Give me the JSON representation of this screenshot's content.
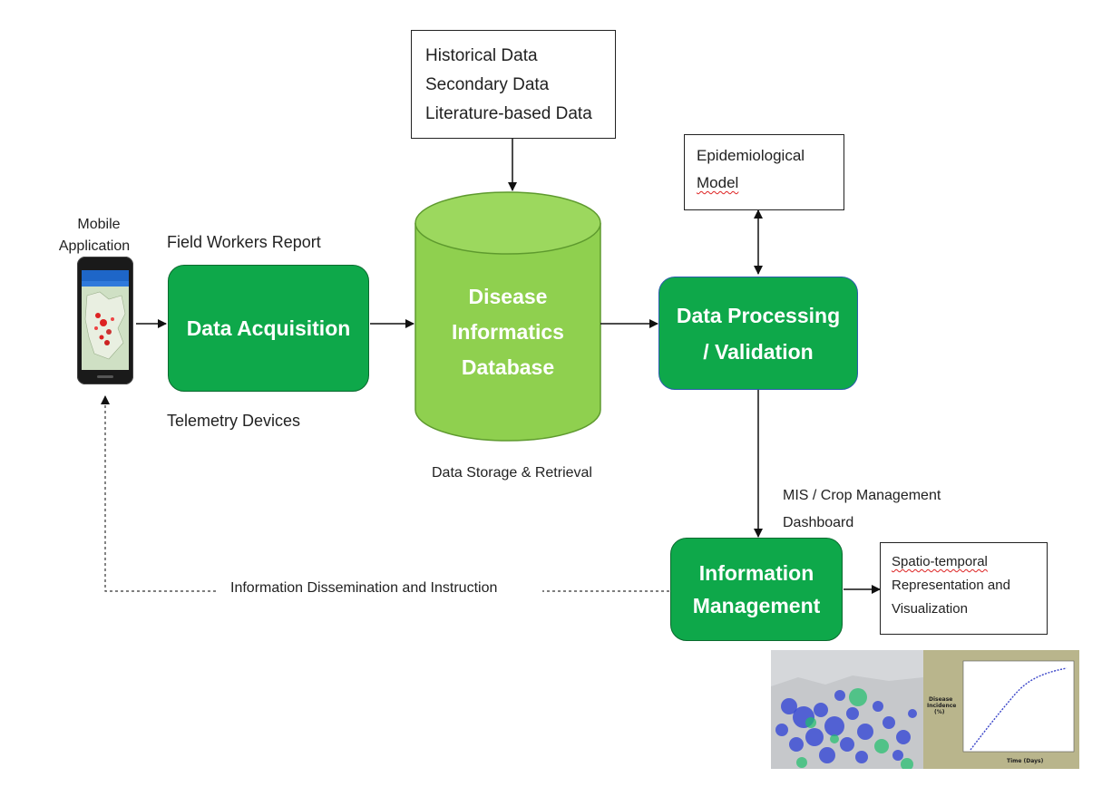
{
  "sources": {
    "lines": [
      "Historical Data",
      "Secondary Data",
      "Literature-based Data"
    ]
  },
  "epi_model": {
    "line1": "Epidemiological",
    "line2": "Model"
  },
  "mobile": {
    "line1": "Mobile",
    "line2": "Application"
  },
  "field_workers": "Field Workers Report",
  "telemetry": "Telemetry Devices",
  "data_acquisition": "Data Acquisition",
  "database": {
    "line1": "Disease",
    "line2": "Informatics",
    "line3": "Database",
    "caption": "Data Storage & Retrieval"
  },
  "processing": {
    "line1": "Data Processing",
    "line2": "/ Validation"
  },
  "mis": {
    "line1": "MIS / Crop Management",
    "line2": "Dashboard"
  },
  "info_mgmt": {
    "line1": "Information",
    "line2": "Management"
  },
  "dissemination": "Information Dissemination and Instruction",
  "spatio": {
    "line1": "Spatio-temporal",
    "line2": "Representation and",
    "line3": "Visualization"
  },
  "chart_thumb": {
    "ylabel": "Disease Incidence (%)",
    "xlabel": "Time (Days)"
  },
  "colors": {
    "green_box": "#0ea84a",
    "cylinder": "#8fd04f",
    "chart_bg": "#b9b58c"
  }
}
